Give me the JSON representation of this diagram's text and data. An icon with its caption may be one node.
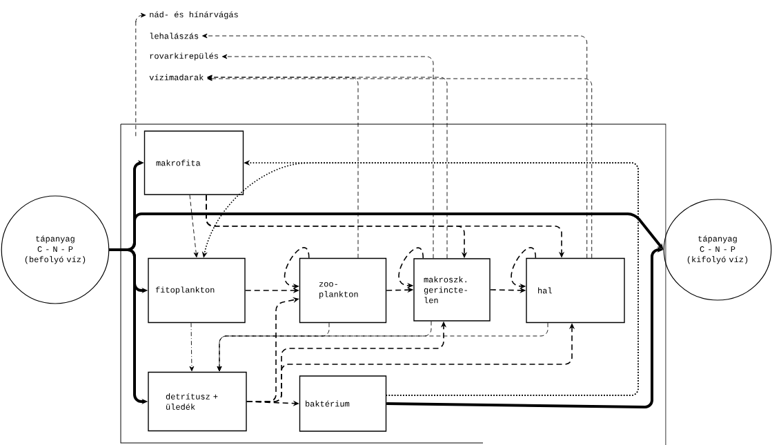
{
  "diagram": {
    "nodes": [
      {
        "text": [
          "tápanyag",
          "C - N - P",
          "(befolyó víz)"
        ]
      },
      {
        "text": [
          "makrofita"
        ]
      },
      {
        "text": [
          "fitoplankton"
        ]
      },
      {
        "text": [
          "zoo- plankton"
        ]
      },
      {
        "text": [
          "makroszk. gerincte- len"
        ]
      },
      {
        "text": [
          "hal"
        ]
      },
      {
        "text": [
          "detrítusz + üledék"
        ]
      },
      {
        "text": [
          "baktérium"
        ]
      },
      {
        "text": [
          "tápanyag",
          "C - N - P",
          "(kifolyó víz)"
        ]
      },
      {
        "text": [
          "nád- és hínárvágás"
        ]
      },
      {
        "text": [
          "lehalászás"
        ]
      },
      {
        "text": [
          "rovarkirepülés"
        ]
      },
      {
        "text": [
          "vízimadarak"
        ]
      }
    ],
    "edges": [
      {
        "from": 0,
        "to": 1,
        "arrow": "to",
        "style": "thick"
      },
      {
        "from": 0,
        "to": 2,
        "arrow": "to",
        "style": "thick"
      },
      {
        "from": 0,
        "to": 6,
        "arrow": "to",
        "style": "thick"
      },
      {
        "from": 0,
        "to": 8,
        "arrow": "to",
        "style": "thick"
      },
      {
        "from": 7,
        "to": 8,
        "arrow": "to",
        "style": "thick"
      },
      {
        "from": 2,
        "to": 3,
        "arrow": "to",
        "style": "dashed"
      },
      {
        "from": 3,
        "to": 4,
        "arrow": "to",
        "style": "dashed"
      },
      {
        "from": 4,
        "to": 5,
        "arrow": "to",
        "style": "dashed"
      },
      {
        "from": 3,
        "to": 3,
        "arrow": "to",
        "style": "dashed"
      },
      {
        "from": 4,
        "to": 4,
        "arrow": "to",
        "style": "dashed"
      },
      {
        "from": 5,
        "to": 5,
        "arrow": "to",
        "style": "dashed"
      },
      {
        "from": 1,
        "to": 9,
        "arrow": "to",
        "style": "dashed"
      },
      {
        "from": 5,
        "to": 10,
        "arrow": "to",
        "style": "dashed"
      },
      {
        "from": 4,
        "to": 11,
        "arrow": "to",
        "style": "dashed"
      },
      {
        "from": 4,
        "to": 12,
        "arrow": "to",
        "style": "dashed"
      },
      {
        "from": 3,
        "to": 12,
        "arrow": "to",
        "style": "dashed"
      },
      {
        "from": 5,
        "to": 12,
        "arrow": "to",
        "style": "dashed"
      },
      {
        "from": 1,
        "to": 2,
        "arrow": "to",
        "style": "dashed"
      },
      {
        "from": 1,
        "to": 4,
        "arrow": "to",
        "style": "dashed"
      },
      {
        "from": 1,
        "to": 5,
        "arrow": "to",
        "style": "dashed"
      },
      {
        "from": 7,
        "to": 1,
        "arrow": "to",
        "style": "dashed"
      },
      {
        "from": 7,
        "to": 2,
        "arrow": "to",
        "style": "dashed"
      },
      {
        "from": 6,
        "to": 7,
        "arrow": "to",
        "style": "dashed"
      },
      {
        "from": 6,
        "to": 3,
        "arrow": "to",
        "style": "dashed"
      },
      {
        "from": 6,
        "to": 4,
        "arrow": "to",
        "style": "dashed"
      },
      {
        "from": 6,
        "to": 5,
        "arrow": "to",
        "style": "dashed"
      },
      {
        "from": 2,
        "to": 6,
        "arrow": "to",
        "style": "dashed"
      },
      {
        "from": 3,
        "to": 6,
        "arrow": "to",
        "style": "dashed"
      },
      {
        "from": 4,
        "to": 6,
        "arrow": "to",
        "style": "dashed"
      },
      {
        "from": 5,
        "to": 6,
        "arrow": "to",
        "style": "dashed"
      }
    ]
  }
}
